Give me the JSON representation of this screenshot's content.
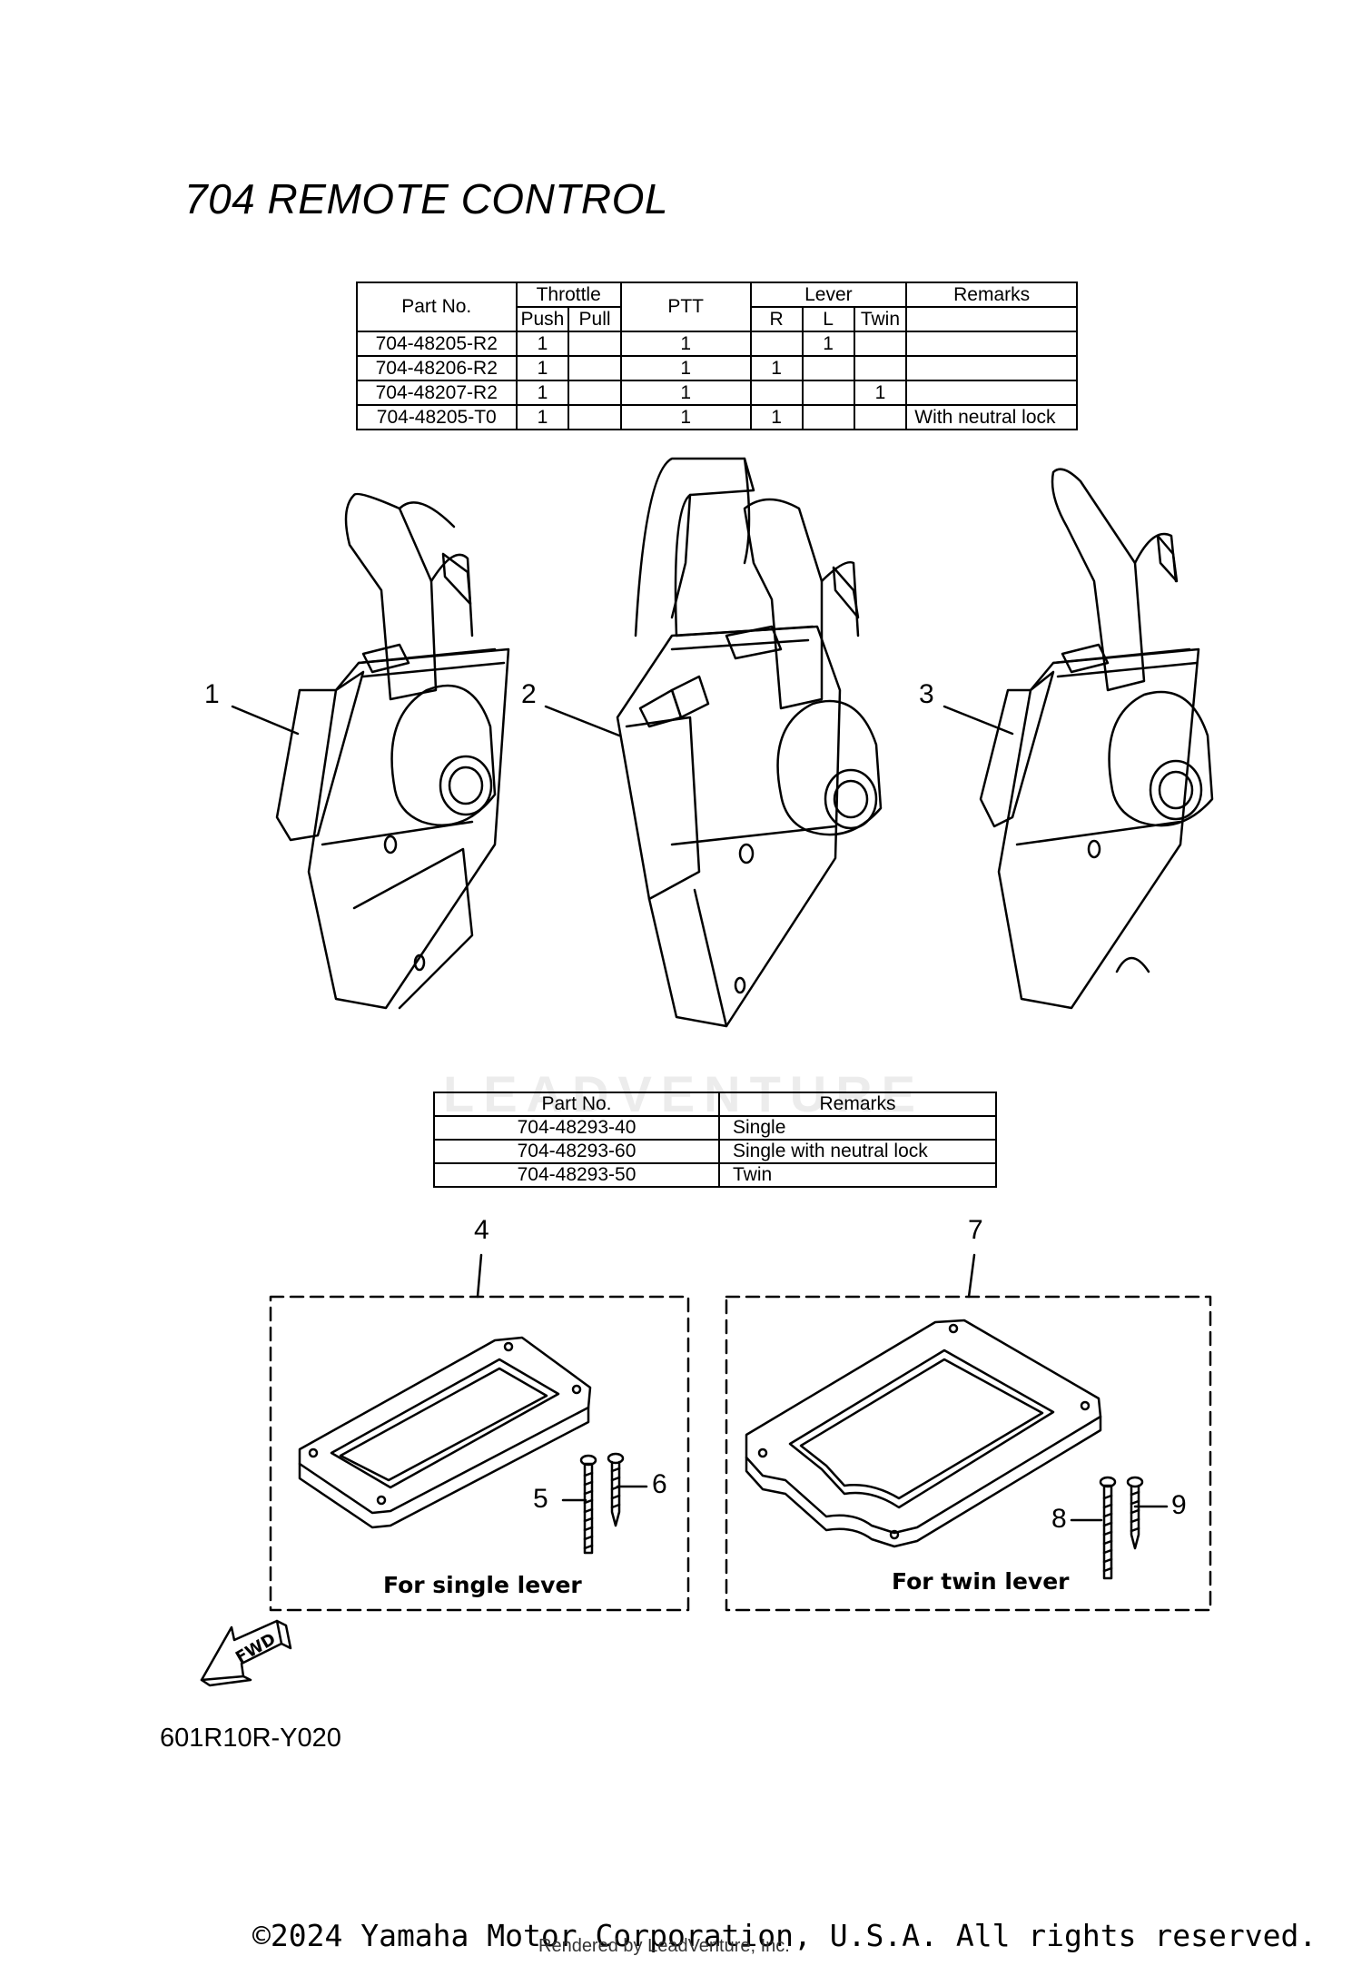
{
  "title": "704 REMOTE CONTROL",
  "table1": {
    "headers": {
      "part_no": "Part No.",
      "throttle": "Throttle",
      "push": "Push",
      "pull": "Pull",
      "ptt": "PTT",
      "lever": "Lever",
      "r": "R",
      "l": "L",
      "twin": "Twin",
      "remarks": "Remarks"
    },
    "rows": [
      {
        "part": "704-48205-R2",
        "push": "1",
        "pull": "",
        "ptt": "1",
        "r": "",
        "l": "1",
        "twin": "",
        "remarks": ""
      },
      {
        "part": "704-48206-R2",
        "push": "1",
        "pull": "",
        "ptt": "1",
        "r": "1",
        "l": "",
        "twin": "",
        "remarks": ""
      },
      {
        "part": "704-48207-R2",
        "push": "1",
        "pull": "",
        "ptt": "1",
        "r": "",
        "l": "",
        "twin": "1",
        "remarks": ""
      },
      {
        "part": "704-48205-T0",
        "push": "1",
        "pull": "",
        "ptt": "1",
        "r": "1",
        "l": "",
        "twin": "",
        "remarks": "With neutral lock"
      }
    ]
  },
  "table2": {
    "headers": {
      "part_no": "Part No.",
      "remarks": "Remarks"
    },
    "rows": [
      {
        "part": "704-48293-40",
        "remarks": "Single"
      },
      {
        "part": "704-48293-60",
        "remarks": "Single with neutral lock"
      },
      {
        "part": "704-48293-50",
        "remarks": "Twin"
      }
    ]
  },
  "callouts": {
    "c1": "1",
    "c2": "2",
    "c3": "3",
    "c4": "4",
    "c5": "5",
    "c6": "6",
    "c7": "7",
    "c8": "8",
    "c9": "9"
  },
  "captions": {
    "single": "For single lever",
    "twin": "For twin lever"
  },
  "fwd_label": "FWD",
  "diagram_code": "601R10R-Y020",
  "watermark": "LEADVENTURE",
  "copyright": "©2024 Yamaha Motor Corporation, U.S.A. All rights reserved.",
  "rendered_by": "Rendered by LeadVenture, Inc."
}
